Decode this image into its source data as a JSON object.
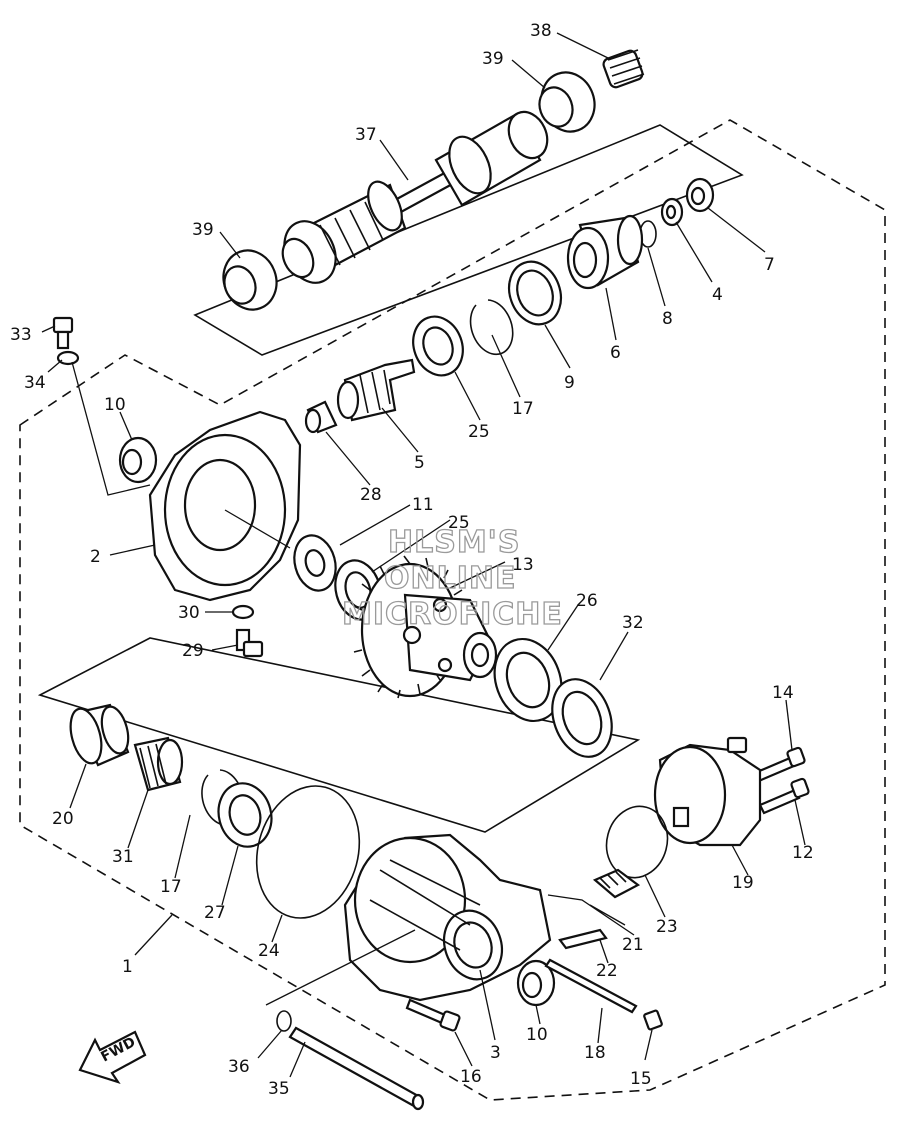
{
  "watermark": [
    "HLSM'S",
    "ONLINE",
    "MICROFICHE"
  ],
  "direction_label": "FWD",
  "callouts": [
    {
      "id": "c38",
      "text": "38"
    },
    {
      "id": "c39a",
      "text": "39"
    },
    {
      "id": "c37",
      "text": "37"
    },
    {
      "id": "c39b",
      "text": "39"
    },
    {
      "id": "c7",
      "text": "7"
    },
    {
      "id": "c4",
      "text": "4"
    },
    {
      "id": "c8",
      "text": "8"
    },
    {
      "id": "c6",
      "text": "6"
    },
    {
      "id": "c9",
      "text": "9"
    },
    {
      "id": "c17a",
      "text": "17"
    },
    {
      "id": "c25a",
      "text": "25"
    },
    {
      "id": "c5",
      "text": "5"
    },
    {
      "id": "c28",
      "text": "28"
    },
    {
      "id": "c33",
      "text": "33"
    },
    {
      "id": "c34",
      "text": "34"
    },
    {
      "id": "c10a",
      "text": "10"
    },
    {
      "id": "c2",
      "text": "2"
    },
    {
      "id": "c11",
      "text": "11"
    },
    {
      "id": "c25b",
      "text": "25"
    },
    {
      "id": "c13",
      "text": "13"
    },
    {
      "id": "c26",
      "text": "26"
    },
    {
      "id": "c32",
      "text": "32"
    },
    {
      "id": "c30",
      "text": "30"
    },
    {
      "id": "c29",
      "text": "29"
    },
    {
      "id": "c14",
      "text": "14"
    },
    {
      "id": "c12",
      "text": "12"
    },
    {
      "id": "c19",
      "text": "19"
    },
    {
      "id": "c20",
      "text": "20"
    },
    {
      "id": "c31",
      "text": "31"
    },
    {
      "id": "c17b",
      "text": "17"
    },
    {
      "id": "c27",
      "text": "27"
    },
    {
      "id": "c24",
      "text": "24"
    },
    {
      "id": "c23",
      "text": "23"
    },
    {
      "id": "c21",
      "text": "21"
    },
    {
      "id": "c22",
      "text": "22"
    },
    {
      "id": "c1",
      "text": "1"
    },
    {
      "id": "c10b",
      "text": "10"
    },
    {
      "id": "c3",
      "text": "3"
    },
    {
      "id": "c18",
      "text": "18"
    },
    {
      "id": "c15",
      "text": "15"
    },
    {
      "id": "c16",
      "text": "16"
    },
    {
      "id": "c36",
      "text": "36"
    },
    {
      "id": "c35",
      "text": "35"
    }
  ]
}
